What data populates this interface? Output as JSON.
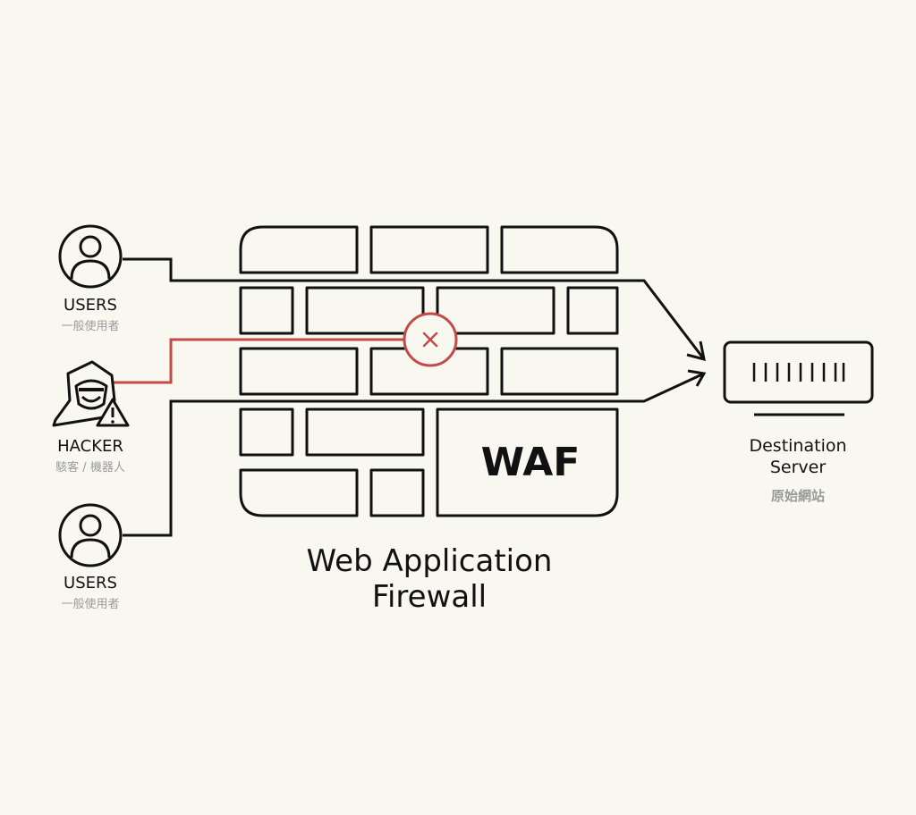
{
  "colors": {
    "background": "#f8f8f1",
    "ink": "#111111",
    "blocked": "#c44a4a",
    "subtitle": "#9a9a9a"
  },
  "actors": {
    "user_top": {
      "label": "USERS",
      "sublabel": "一般使用者",
      "icon": "user-icon"
    },
    "hacker": {
      "label": "HACKER",
      "sublabel": "駭客 / 機器人",
      "icon": "hacker-icon"
    },
    "user_bottom": {
      "label": "USERS",
      "sublabel": "一般使用者",
      "icon": "user-icon"
    }
  },
  "firewall": {
    "badge": "WAF",
    "title_line1": "Web Application",
    "title_line2": "Firewall",
    "block_icon": "x-icon"
  },
  "destination": {
    "label_line1": "Destination",
    "label_line2": "Server",
    "sublabel": "原始網站",
    "icon": "server-icon"
  }
}
